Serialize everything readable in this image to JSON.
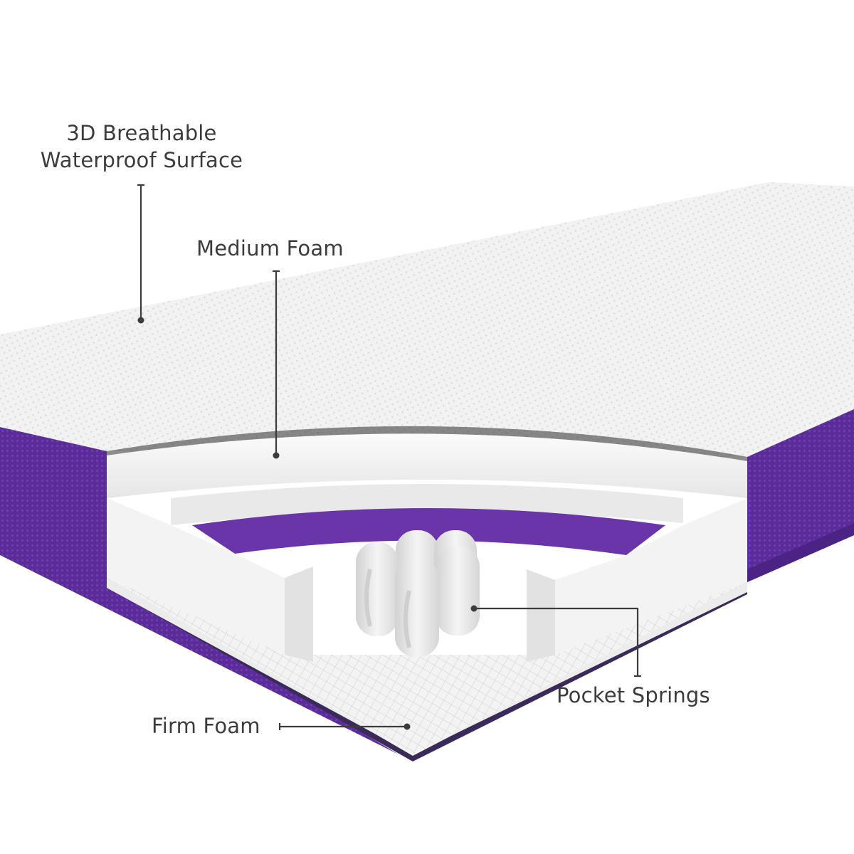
{
  "infographic": {
    "subject": "Mattress layer cross-section",
    "colors": {
      "background": "#ffffff",
      "cover_white": "#f1f1f1",
      "side_purple": "#5a2a96",
      "purple_layer": "#6a35a8",
      "foam_white": "#f4f4f4",
      "leader_line": "#3c3c3c",
      "label_text": "#3c3c3c"
    },
    "labels": {
      "surface_line1": "3D Breathable",
      "surface_line2": "Waterproof Surface",
      "medium_foam": "Medium Foam",
      "pocket_springs": "Pocket Springs",
      "firm_foam": "Firm Foam"
    }
  }
}
